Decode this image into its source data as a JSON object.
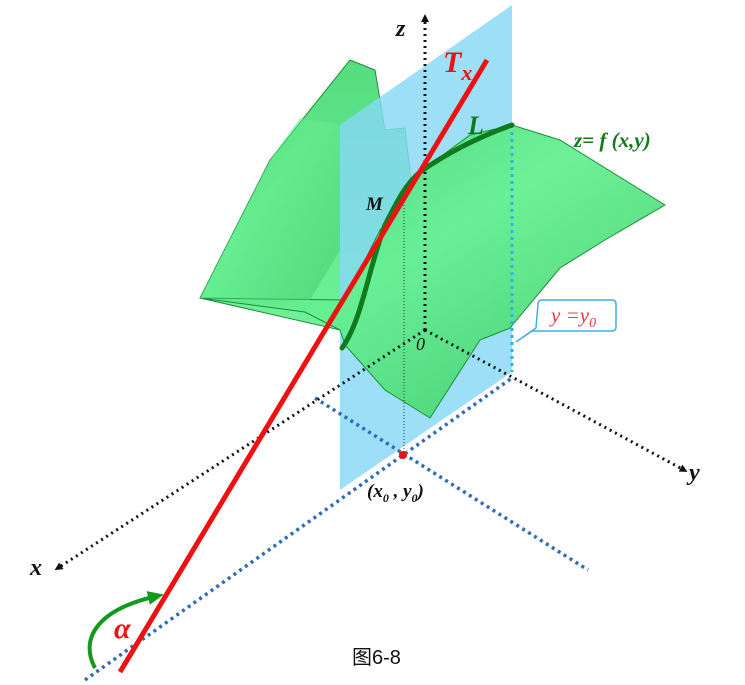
{
  "axes": {
    "x_label": "x",
    "y_label": "y",
    "z_label": "z",
    "origin_label": "0"
  },
  "labels": {
    "tangent_main": "T",
    "tangent_sub": "x",
    "curve": "L",
    "surface_eq": "z= f (x,y)",
    "point_m": "M",
    "plane_eq": "y =y",
    "plane_eq_sub": "0",
    "point_open": "(x",
    "point_sub0": "0",
    "point_mid": " , y",
    "point_sub1": "0",
    "point_close": ")",
    "angle": "α",
    "caption": "图6-8"
  },
  "colors": {
    "surface_fill": "#5ce68a",
    "surface_edge": "#1e8c3a",
    "plane_fill": "#86d8f5",
    "tangent_line": "#ee1111",
    "curve_line": "#127a1e",
    "axis_dots": "#111111",
    "base_dots": "#2e6bb8",
    "plane_edge_dots": "#2bb5e6",
    "plane_label_text": "#ee3a3a",
    "callout_border": "#3bb0e0",
    "angle_arc": "#139a1c",
    "tangent_label": "#ee1111",
    "curve_label": "#127a1e"
  }
}
